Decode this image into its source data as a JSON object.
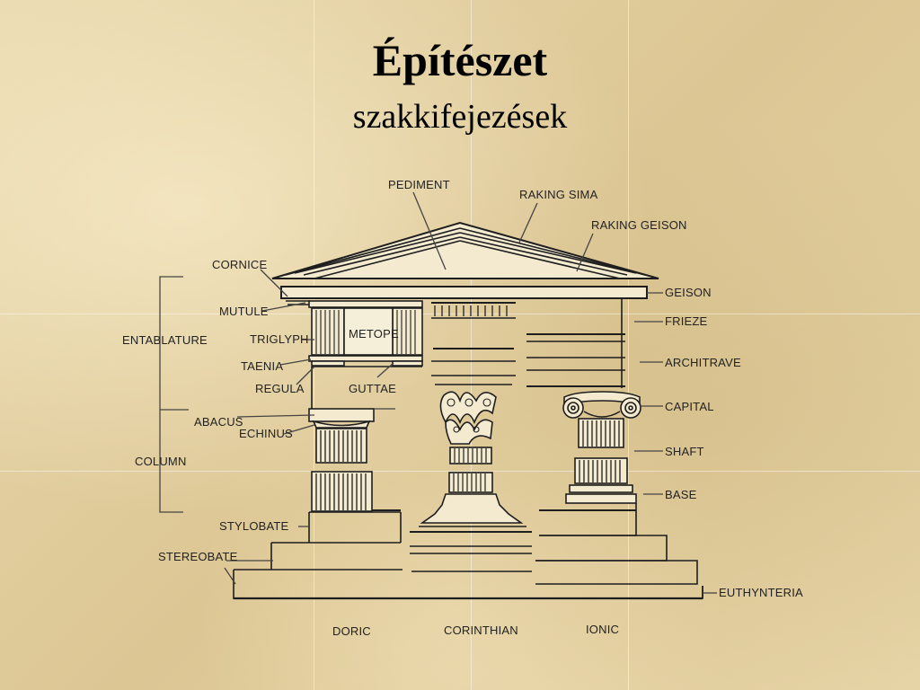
{
  "slide": {
    "title": "Építészet",
    "subtitle": "szakkifejezések"
  },
  "diagram": {
    "labels": {
      "pediment": "PEDIMENT",
      "raking_sima": "RAKING SIMA",
      "raking_geison": "RAKING GEISON",
      "cornice": "CORNICE",
      "geison": "GEISON",
      "mutule": "MUTULE",
      "frieze": "FRIEZE",
      "entablature": "ENTABLATURE",
      "triglyph": "TRIGLYPH",
      "metope": "METOPE",
      "architrave": "ARCHITRAVE",
      "taenia": "TAENIA",
      "regula": "REGULA",
      "guttae": "GUTTAE",
      "abacus": "ABACUS",
      "capital": "CAPITAL",
      "echinus": "ECHINUS",
      "shaft": "SHAFT",
      "column": "COLUMN",
      "base": "BASE",
      "stylobate": "STYLOBATE",
      "stereobate": "STEREOBATE",
      "euthynteria": "EUTHYNTERIA",
      "doric": "DORIC",
      "corinthian": "CORINTHIAN",
      "ionic": "IONIC"
    }
  }
}
